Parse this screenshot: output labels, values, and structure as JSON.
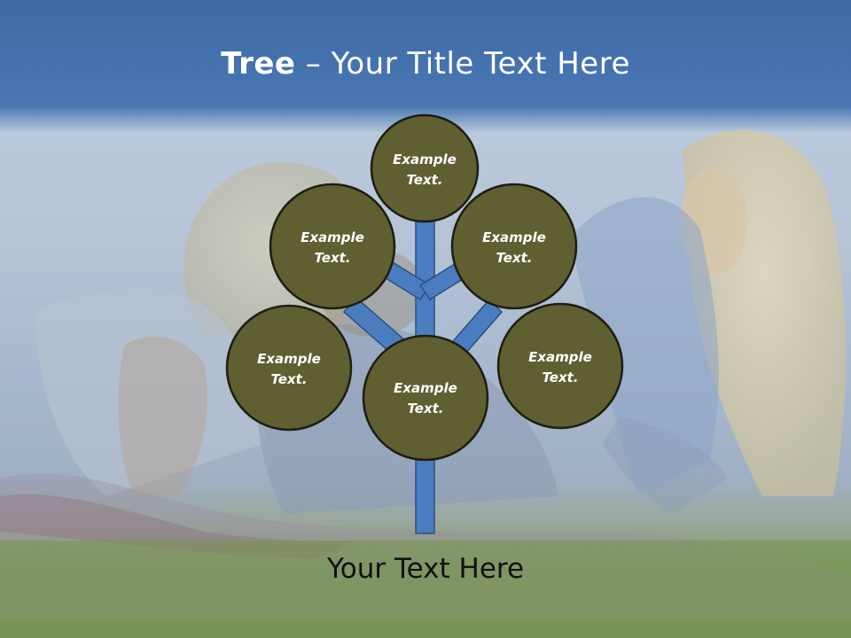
{
  "title": {
    "bold": "Tree",
    "separator": " – ",
    "rest": "Your Title Text Here"
  },
  "nodes": [
    {
      "id": "top",
      "line1": "Example",
      "line2": "Text."
    },
    {
      "id": "upper-left",
      "line1": "Example",
      "line2": "Text."
    },
    {
      "id": "upper-right",
      "line1": "Example",
      "line2": "Text."
    },
    {
      "id": "lower-left",
      "line1": "Example",
      "line2": "Text."
    },
    {
      "id": "center",
      "line1": "Example",
      "line2": "Text."
    },
    {
      "id": "lower-right",
      "line1": "Example",
      "line2": "Text."
    }
  ],
  "caption": "Your Text Here",
  "colors": {
    "node_fill": "#5f5f32",
    "node_stroke": "#1e1e10",
    "branch_fill": "#4a7dc0",
    "branch_stroke": "#2d4f80",
    "title_band": "#3d6aa4"
  }
}
